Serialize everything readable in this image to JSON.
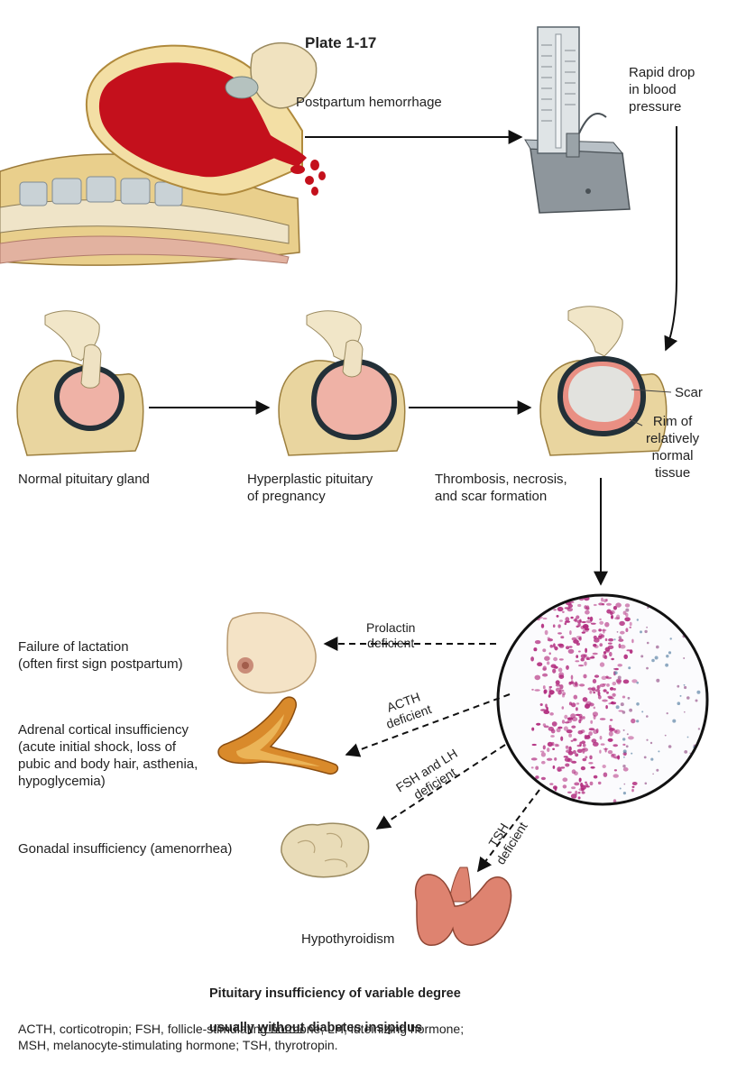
{
  "plate": "Plate 1-17",
  "top": {
    "hemorrhage_label": "Postpartum hemorrhage",
    "bp_label": "Rapid drop\nin blood\npressure"
  },
  "sequence": {
    "normal": "Normal pituitary gland",
    "hyperplastic": "Hyperplastic pituitary\nof pregnancy",
    "thrombosis": "Thrombosis, necrosis,\nand scar formation",
    "scar": "Scar",
    "rim": "Rim of\nrelatively\nnormal\ntissue"
  },
  "deficiencies": [
    {
      "arrow_label": "Prolactin\ndeficient",
      "effect": "Failure of lactation\n(often first sign postpartum)"
    },
    {
      "arrow_label": "ACTH\ndeficient",
      "effect": "Adrenal cortical insufficiency\n(acute initial shock, loss of\npubic and body hair, asthenia,\nhypoglycemia)"
    },
    {
      "arrow_label": "FSH and LH\ndeficient",
      "effect": "Gonadal insufficiency (amenorrhea)"
    },
    {
      "arrow_label": "TSH\ndeficient",
      "effect": "Hypothyroidism"
    }
  ],
  "conclusion": {
    "line1": "Pituitary insufficiency of variable degree",
    "line2_pre": "usually ",
    "line2_u": "without",
    "line2_post": " diabetes insipidus"
  },
  "footnote": "ACTH, corticotropin; FSH, follicle-stimulating hormone; LH, luteinizing hormone;\nMSH, melanocyte-stimulating hormone; TSH, thyrotropin.",
  "colors": {
    "blood": "#c4101c",
    "tissue_pink": "#efb2a6",
    "bone": "#e8d6a8",
    "scar": "#e2e2de",
    "adrenal": "#d98a2b",
    "thyroid": "#de8370",
    "gonad": "#e9dcb8",
    "stain": "#b0287c",
    "arrow": "#111111"
  }
}
